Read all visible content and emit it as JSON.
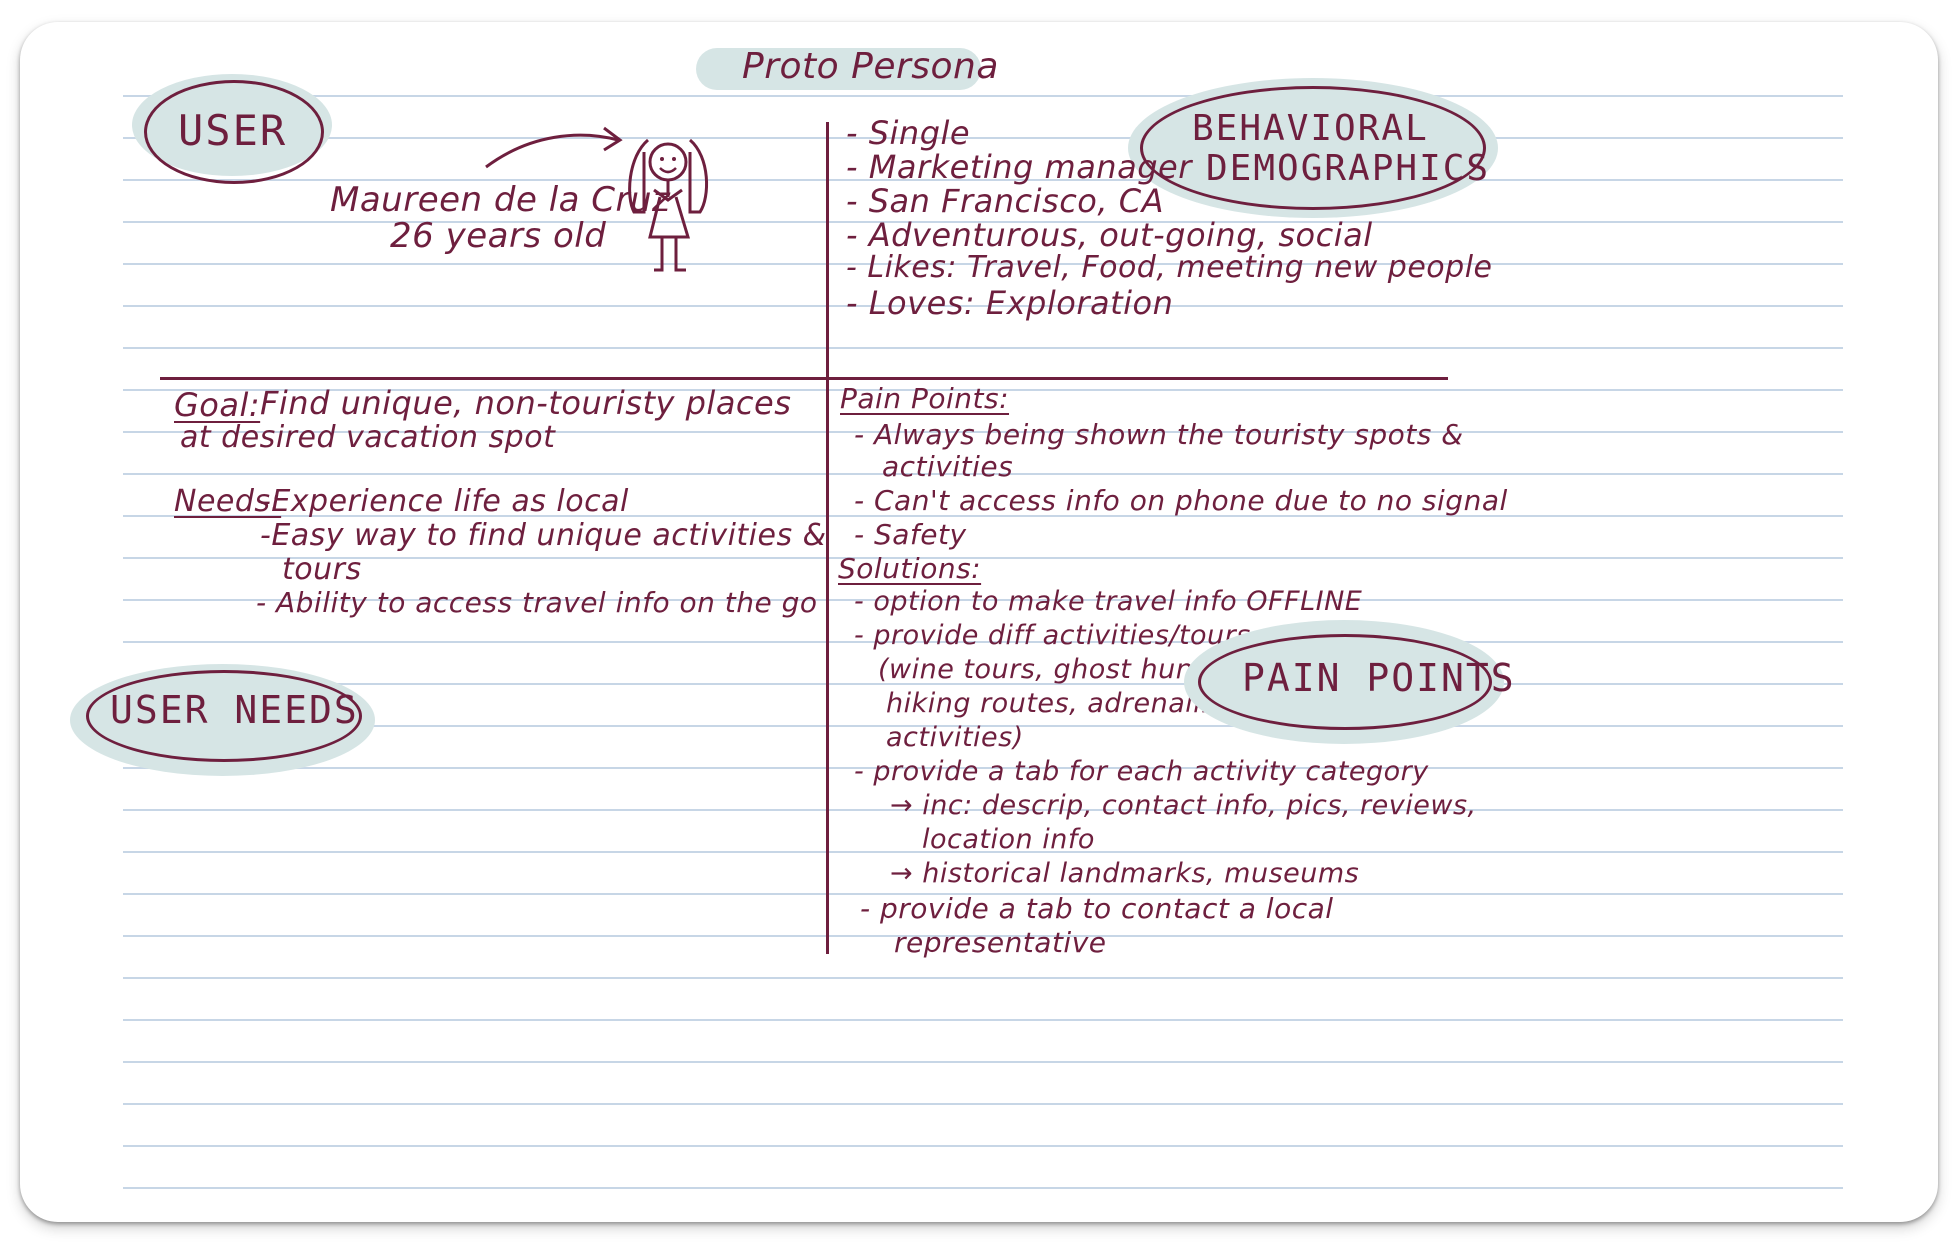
{
  "title": "Proto Persona",
  "tags": {
    "user": "USER",
    "behavioral_line1": "BEHAVIORAL",
    "behavioral_line2": "DEMOGRAPHICS",
    "user_needs": "USER NEEDS",
    "pain_points": "PAIN POINTS"
  },
  "user": {
    "name": "Maureen de la Cruz",
    "age": "26 years old"
  },
  "demographics": [
    "- Single",
    "- Marketing manager",
    "- San Francisco, CA",
    "- Adventurous, out-going, social",
    "- Likes: Travel, Food, meeting new people",
    "- Loves: Exploration"
  ],
  "goal": {
    "label": "Goal:",
    "line1": "Find unique, non-touristy places",
    "line2": "at desired vacation spot"
  },
  "needs": {
    "label": "Needs:",
    "items": [
      "-Experience life as local",
      "-Easy way to find unique activities &",
      "tours",
      "- Ability to access travel info on the go"
    ]
  },
  "pain_points": {
    "label": "Pain Points:",
    "items": [
      "- Always being shown the touristy spots &",
      "activities",
      "- Can't access info on phone due to no signal",
      "- Safety"
    ]
  },
  "solutions": {
    "label": "Solutions:",
    "items": [
      "- option to make travel info OFFLINE",
      "- provide diff activities/tours",
      "(wine tours, ghost hunting,",
      "hiking routes, adrenaline",
      "activities)",
      "- provide a tab for each activity category",
      "→ inc: descrip, contact info, pics, reviews,",
      "location info",
      "→ historical landmarks, museums",
      "- provide a tab to contact a local",
      "representative"
    ]
  },
  "colors": {
    "ink": "#6e1f3e",
    "highlight": "#d6e5e5",
    "rule_lines": "#c7d6e6"
  },
  "icons": [
    "stick-figure-icon",
    "arrow-icon"
  ]
}
